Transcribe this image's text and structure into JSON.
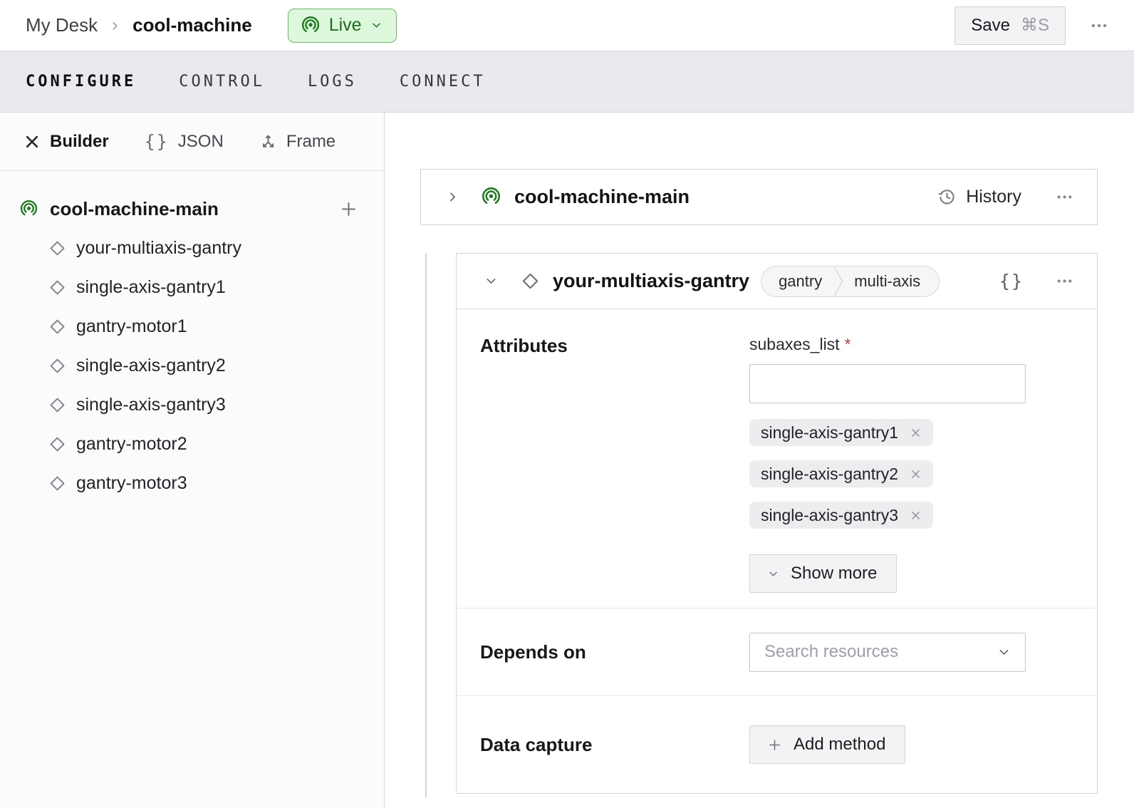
{
  "accents": {
    "live_bg": "#def8de",
    "live_border": "#6db56a",
    "live_text": "#1e6b1e",
    "machine_icon_green": "#217a21",
    "required_red": "#c04040"
  },
  "header": {
    "breadcrumb": {
      "parent": "My Desk",
      "current": "cool-machine"
    },
    "live_button": {
      "label": "Live"
    },
    "save_button": {
      "label": "Save",
      "shortcut": "⌘S"
    }
  },
  "tabs": [
    {
      "label": "CONFIGURE",
      "active": true
    },
    {
      "label": "CONTROL",
      "active": false
    },
    {
      "label": "LOGS",
      "active": false
    },
    {
      "label": "CONNECT",
      "active": false
    }
  ],
  "icons": {
    "braces": "{}"
  },
  "sidebar": {
    "view_switcher": [
      {
        "label": "Builder",
        "active": true
      },
      {
        "label": "JSON",
        "active": false
      },
      {
        "label": "Frame",
        "active": false
      }
    ],
    "tree": {
      "root_label": "cool-machine-main",
      "items": [
        "your-multiaxis-gantry",
        "single-axis-gantry1",
        "gantry-motor1",
        "single-axis-gantry2",
        "single-axis-gantry3",
        "gantry-motor2",
        "gantry-motor3"
      ]
    }
  },
  "main": {
    "machine_card": {
      "title": "cool-machine-main",
      "history_label": "History"
    },
    "resource_card": {
      "title": "your-multiaxis-gantry",
      "tags": [
        "gantry",
        "multi-axis"
      ],
      "attributes": {
        "heading": "Attributes",
        "field_label": "subaxes_list",
        "required_marker": "*",
        "input_value": "",
        "chips": [
          "single-axis-gantry1",
          "single-axis-gantry2",
          "single-axis-gantry3"
        ],
        "show_more": "Show more"
      },
      "depends_on": {
        "heading": "Depends on",
        "placeholder": "Search resources"
      },
      "data_capture": {
        "heading": "Data capture",
        "add_method": "Add method"
      }
    }
  }
}
